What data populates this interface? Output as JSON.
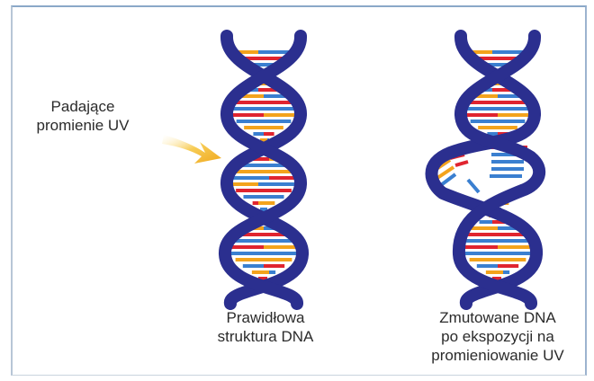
{
  "uv_label": {
    "line1": "Padające",
    "line2": "promienie UV"
  },
  "normal_caption": {
    "line1": "Prawidłowa",
    "line2": "struktura DNA"
  },
  "mutated_caption": {
    "line1": "Zmutowane DNA",
    "line2": "po ekspozycji na",
    "line3": "promieniowanie UV"
  },
  "colors": {
    "backbone": "#2b2f8f",
    "base_blue": "#3a7fd0",
    "base_red": "#e0242f",
    "base_orange": "#f3a31c",
    "arrow": "#f2b232"
  }
}
